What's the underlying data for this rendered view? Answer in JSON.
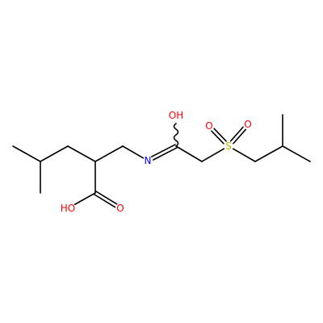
{
  "structure": {
    "atoms": [
      {
        "id": "a1",
        "label": "",
        "color": "#000000"
      },
      {
        "id": "a2",
        "label": "",
        "color": "#000000"
      },
      {
        "id": "a3",
        "label": "",
        "color": "#000000"
      },
      {
        "id": "a4",
        "label": "",
        "color": "#000000"
      },
      {
        "id": "a5",
        "label": "",
        "color": "#000000"
      },
      {
        "id": "a6",
        "label": "",
        "color": "#000000"
      },
      {
        "id": "a7",
        "label": "",
        "color": "#000000"
      },
      {
        "id": "a8",
        "label": "",
        "color": "#000000"
      },
      {
        "id": "a9",
        "label": "",
        "color": "#000000"
      },
      {
        "id": "a10",
        "label": "",
        "color": "#000000"
      },
      {
        "id": "a11",
        "label": "",
        "color": "#000000"
      },
      {
        "id": "a12",
        "label": "",
        "color": "#000000"
      },
      {
        "id": "a13",
        "label": "",
        "color": "#000000"
      },
      {
        "id": "n1",
        "label": "N",
        "color": "#0000ff"
      },
      {
        "id": "o1",
        "label": "OH",
        "color": "#ff0000"
      },
      {
        "id": "o2",
        "label": "O",
        "color": "#ff0000"
      },
      {
        "id": "o3",
        "label": "O",
        "color": "#ff0000"
      },
      {
        "id": "s1",
        "label": "S",
        "color": "#b2b200"
      },
      {
        "id": "o4",
        "label": "O",
        "color": "#ff0000"
      },
      {
        "id": "o5",
        "label": "HO",
        "color": "#ff0000"
      }
    ],
    "bonds": [
      {
        "from": "a1",
        "to": "a2",
        "order": 1
      },
      {
        "from": "a2",
        "to": "a3",
        "order": 1
      },
      {
        "from": "a2",
        "to": "a4",
        "order": 1
      },
      {
        "from": "a4",
        "to": "a5",
        "order": 1
      },
      {
        "from": "a5",
        "to": "a6",
        "order": 1
      },
      {
        "from": "a6",
        "to": "n1",
        "order": 1
      },
      {
        "from": "n1",
        "to": "a7",
        "order": 2
      },
      {
        "from": "a7",
        "to": "o1",
        "order": 1,
        "style": "wavy"
      },
      {
        "from": "a7",
        "to": "a8",
        "order": 1
      },
      {
        "from": "a8",
        "to": "s1",
        "order": 1
      },
      {
        "from": "s1",
        "to": "o2",
        "order": 2
      },
      {
        "from": "s1",
        "to": "o3",
        "order": 2
      },
      {
        "from": "s1",
        "to": "a9",
        "order": 1
      },
      {
        "from": "a9",
        "to": "a10",
        "order": 1
      },
      {
        "from": "a10",
        "to": "a11",
        "order": 1
      },
      {
        "from": "a10",
        "to": "a12",
        "order": 1
      },
      {
        "from": "a5",
        "to": "a13",
        "order": 1
      },
      {
        "from": "a13",
        "to": "o4",
        "order": 2
      },
      {
        "from": "a13",
        "to": "o5",
        "order": 1
      }
    ]
  }
}
